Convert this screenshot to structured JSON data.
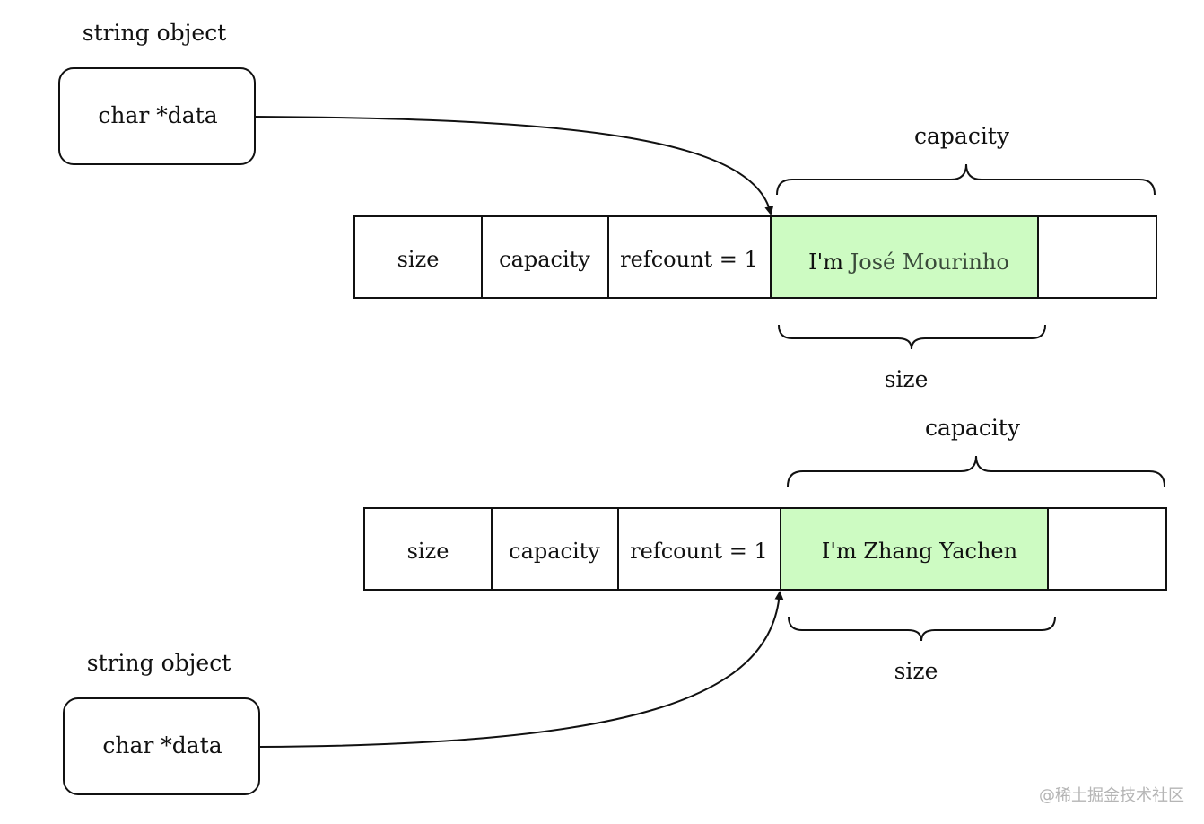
{
  "diagram_top": {
    "object_label": "string object",
    "pointer_field": "char *data",
    "cells": [
      "size",
      "capacity",
      "refcount = 1"
    ],
    "data_prefix": "I'm ",
    "data_value": "José Mourinho",
    "capacity_label": "capacity",
    "size_label": "size"
  },
  "diagram_bottom": {
    "object_label": "string object",
    "pointer_field": "char *data",
    "cells": [
      "size",
      "capacity",
      "refcount = 1"
    ],
    "data_value": "I'm Zhang Yachen",
    "capacity_label": "capacity",
    "size_label": "size"
  },
  "watermark": "@稀土掘金技术社区",
  "colors": {
    "data_fill": "#cdfbc2",
    "stroke": "#111111",
    "highlight_text": "#3a4a3a"
  }
}
